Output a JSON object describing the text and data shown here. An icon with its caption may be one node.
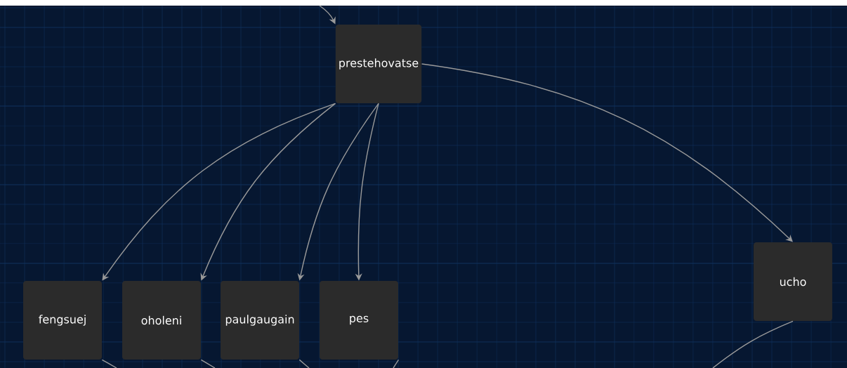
{
  "diagram": {
    "nodes": [
      {
        "text": [
          "prestehovatse"
        ]
      },
      {
        "text": [
          "fengsuej"
        ]
      },
      {
        "text": [
          "oholeni"
        ]
      },
      {
        "text": [
          "paulgaugain"
        ]
      },
      {
        "text": [
          "pes"
        ]
      },
      {
        "text": [
          "ucho"
        ]
      }
    ],
    "edges": [
      {
        "from": null,
        "to": 0,
        "arrow": "to"
      },
      {
        "from": 0,
        "to": 1,
        "arrow": "to"
      },
      {
        "from": 0,
        "to": 2,
        "arrow": "to"
      },
      {
        "from": 0,
        "to": 3,
        "arrow": "to"
      },
      {
        "from": 0,
        "to": 4,
        "arrow": "to"
      },
      {
        "from": 0,
        "to": 5,
        "arrow": "to"
      },
      {
        "from": 1,
        "to": null,
        "arrow": "none"
      },
      {
        "from": 2,
        "to": null,
        "arrow": "none"
      },
      {
        "from": 3,
        "to": null,
        "arrow": "none"
      },
      {
        "from": 4,
        "to": null,
        "arrow": "none"
      },
      {
        "from": 5,
        "to": null,
        "arrow": "none"
      }
    ]
  }
}
